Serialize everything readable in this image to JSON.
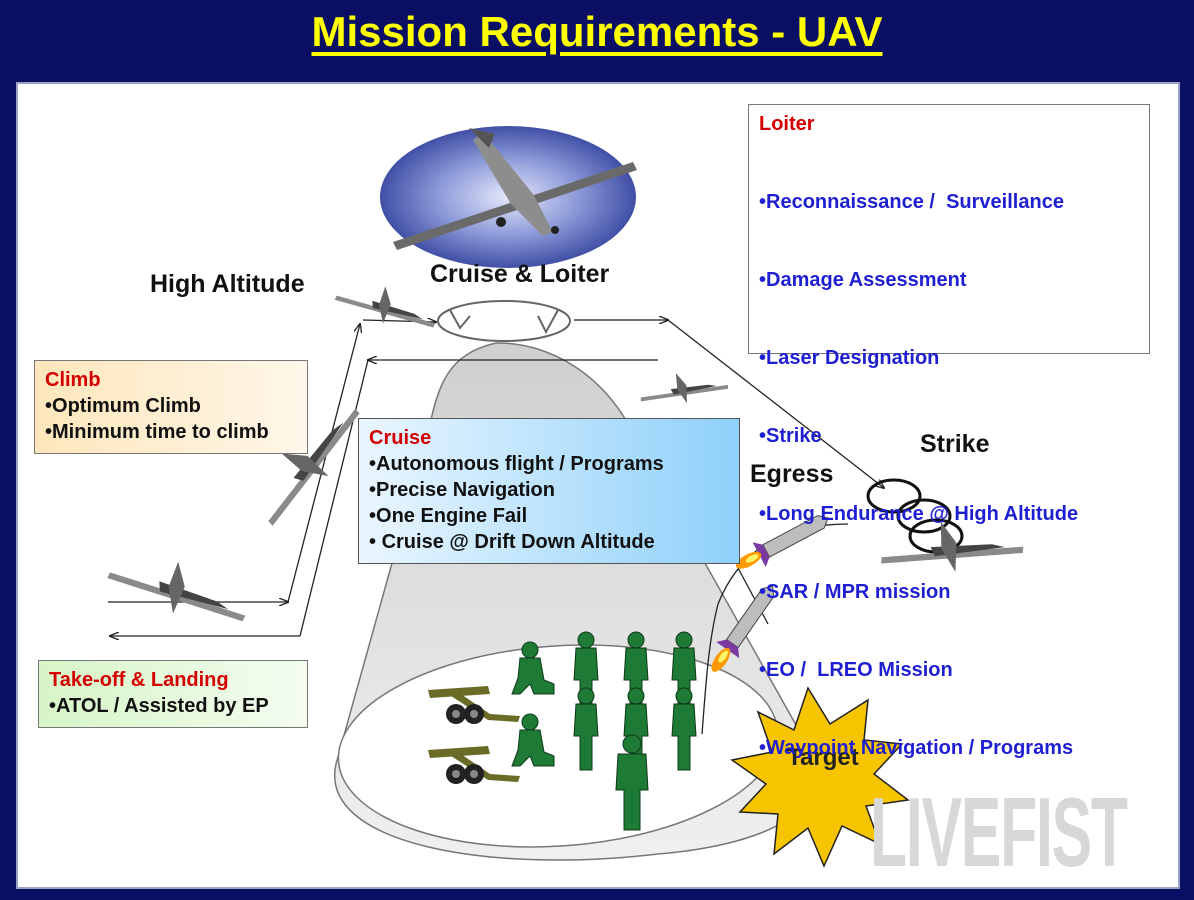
{
  "title": "Mission Requirements - UAV",
  "labels": {
    "high_altitude": "High Altitude",
    "cruise_loiter": "Cruise & Loiter",
    "strike": "Strike",
    "egress": "Egress",
    "target": "Target"
  },
  "climb": {
    "heading": "Climb",
    "items": [
      "Optimum Climb",
      "Minimum time to climb"
    ]
  },
  "takeoff": {
    "heading": "Take-off & Landing",
    "items": [
      "ATOL / Assisted by EP"
    ]
  },
  "cruise": {
    "heading": "Cruise",
    "items": [
      "Autonomous flight / Programs",
      "Precise Navigation",
      "One Engine Fail",
      " Cruise @ Drift Down Altitude"
    ]
  },
  "loiter": {
    "heading": "Loiter",
    "items": [
      "Reconnaissance /  Surveillance",
      "Damage Assessment",
      "Laser Designation",
      "Strike",
      "Long Endurance @ High Altitude",
      "SAR / MPR mission",
      "EO /  LREO Mission",
      "Waypoint Navigation / Programs"
    ]
  },
  "watermark": "LIVEFIST",
  "colors": {
    "background": "#0a0f63",
    "title": "#ffff00",
    "heading": "#d40000",
    "loiter_text": "#1f1fd2",
    "target_burst": "#f7c400",
    "soldier": "#1f7a35"
  }
}
